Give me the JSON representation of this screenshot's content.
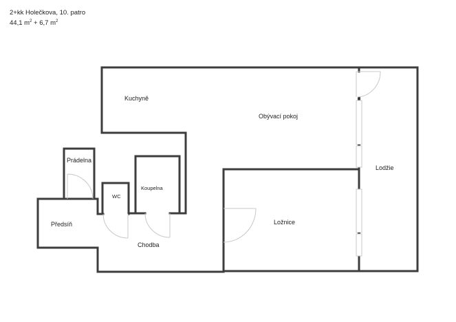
{
  "header": {
    "title": "2+kk Holečkova, 10. patro",
    "area_main": "44,1 m",
    "area_main_unit_sup": "2",
    "area_plus": " + 6,7 m",
    "area_plus_unit_sup": "2"
  },
  "rooms": {
    "kuchyne": "Kuchyně",
    "obyvaci_pokoj": "Obývací pokoj",
    "lodzie": "Lodžie",
    "pradelna": "Prádelna",
    "wc": "WC",
    "koupelna": "Koupelna",
    "predsin": "Předsíň",
    "chodba": "Chodba",
    "loznice": "Ložnice"
  },
  "colors": {
    "wall": "#3d3d3d",
    "door": "#c8c8c8",
    "background": "#ffffff"
  }
}
